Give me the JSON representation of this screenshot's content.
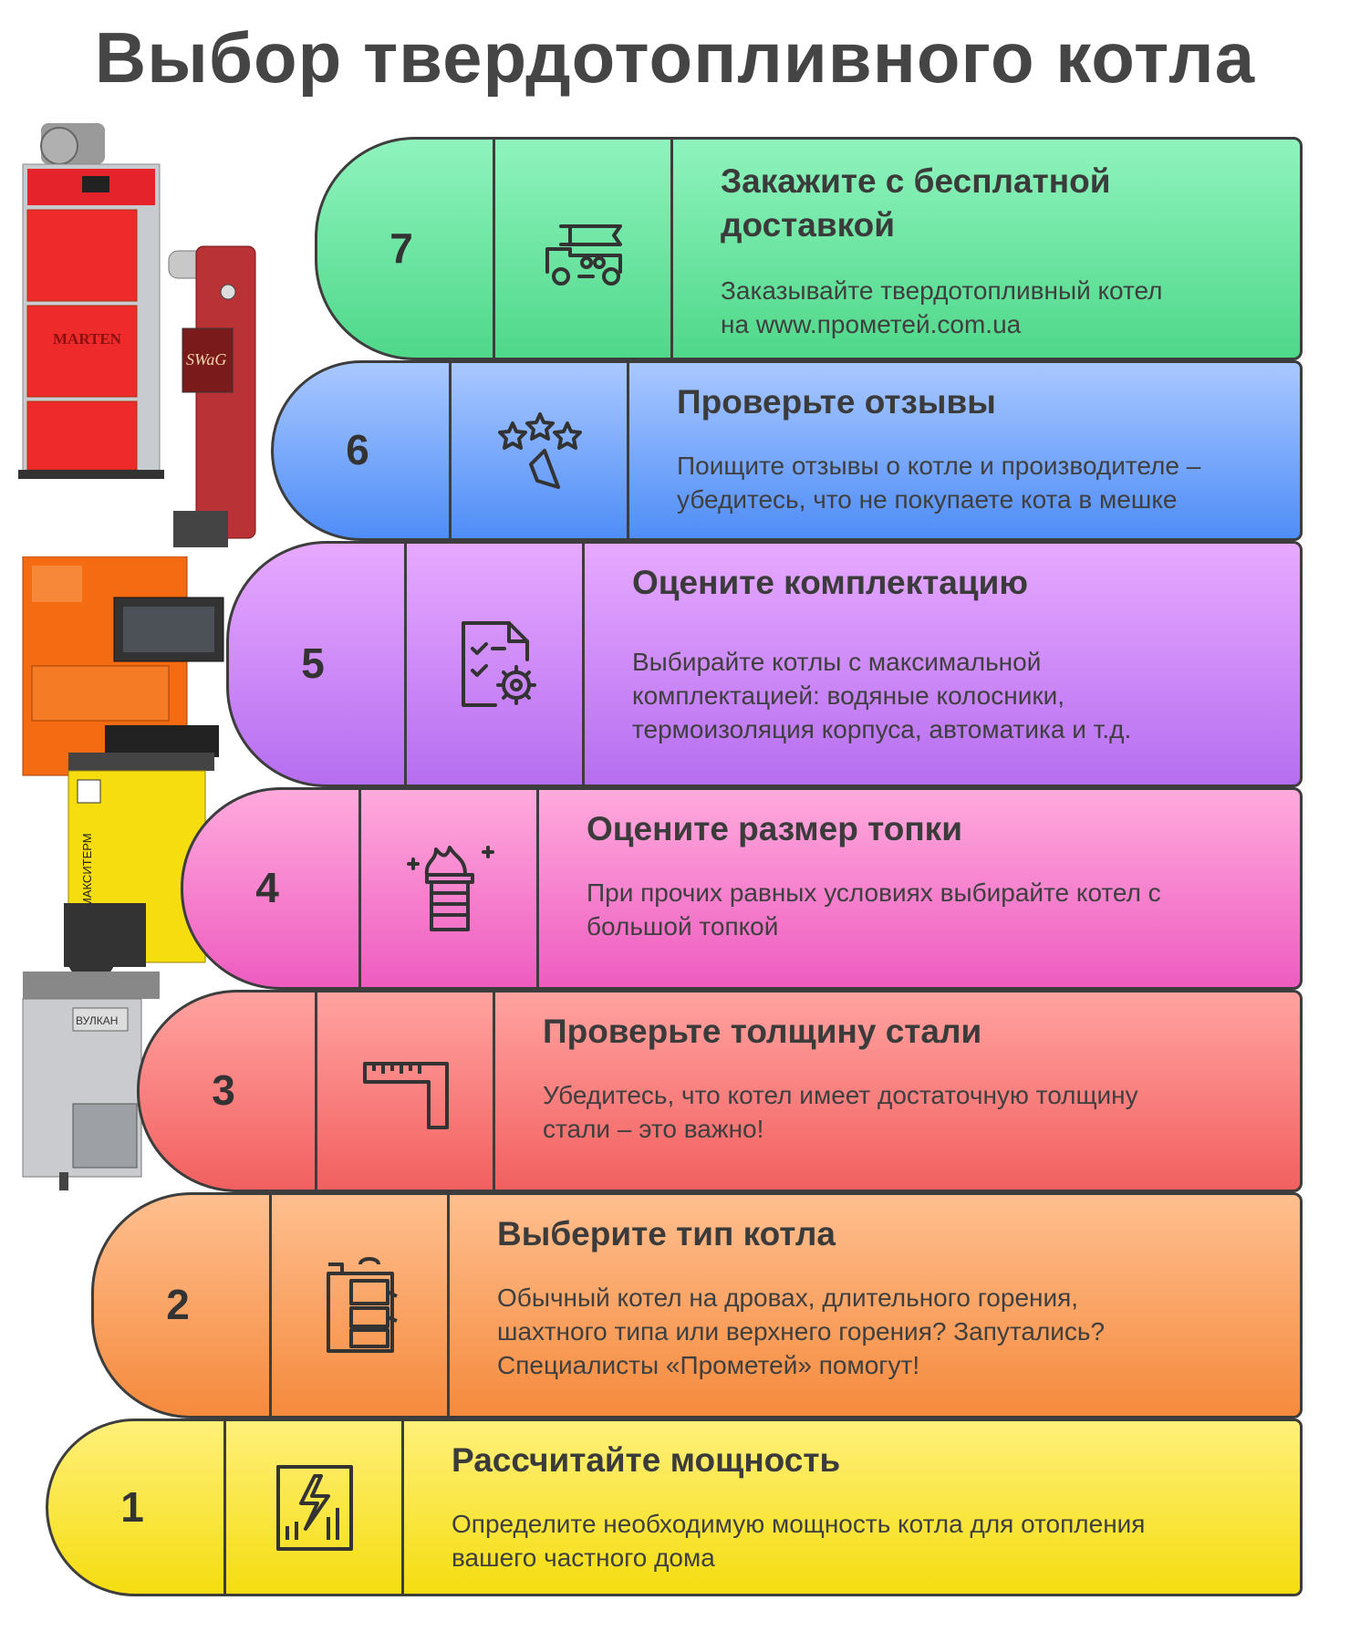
{
  "page": {
    "title": "Выбор твердотопливного котла"
  },
  "boilers": {
    "marten_label": "MARTEN",
    "swag_label": "SWaG",
    "maxiterm_label": "МАКСИТЕРМ",
    "vulkan_label": "ВУЛКАН"
  },
  "steps": [
    {
      "number": "7",
      "title": "Закажите с бесплатной доставкой",
      "title_line1": "Закажите с бесплатной",
      "title_line2": "доставкой",
      "description_line1": "Заказывайте твердотопливный котел",
      "description_line2": "на www.прометей.com.ua",
      "description_line3": "",
      "icon": "delivery-truck-icon",
      "gradient_top": "#8ff3bd",
      "gradient_bottom": "#4fd88a"
    },
    {
      "number": "6",
      "title": "Проверьте отзывы",
      "title_line1": "Проверьте отзывы",
      "title_line2": "",
      "description_line1": "Поищите отзывы о котле и производителе –",
      "description_line2": "убедитесь, что не покупаете кота в мешке",
      "description_line3": "",
      "icon": "review-stars-icon",
      "gradient_top": "#a9c8ff",
      "gradient_bottom": "#4f8df7"
    },
    {
      "number": "5",
      "title": "Оцените комплектацию",
      "title_line1": "Оцените комплектацию",
      "title_line2": "",
      "description_line1": "Выбирайте котлы с максимальной",
      "description_line2": "комплектацией: водяные колосники,",
      "description_line3": "термоизоляция корпуса, автоматика и т.д.",
      "icon": "checklist-gear-icon",
      "gradient_top": "#e7a9ff",
      "gradient_bottom": "#b66ef0"
    },
    {
      "number": "4",
      "title": "Оцените размер топки",
      "title_line1": "Оцените размер топки",
      "title_line2": "",
      "description_line1": "При прочих равных условиях выбирайте котел с",
      "description_line2": "большой топкой",
      "description_line3": "",
      "icon": "firebox-icon",
      "gradient_top": "#ffaadd",
      "gradient_bottom": "#ee5cc0"
    },
    {
      "number": "3",
      "title": "Проверьте толщину стали",
      "title_line1": "Проверьте толщину стали",
      "title_line2": "",
      "description_line1": "Убедитесь, что котел имеет достаточную толщину",
      "description_line2": "стали – это важно!",
      "description_line3": "",
      "icon": "ruler-icon",
      "gradient_top": "#ffa3a0",
      "gradient_bottom": "#f26060"
    },
    {
      "number": "2",
      "title": "Выберите тип котла",
      "title_line1": "Выберите тип котла",
      "title_line2": "",
      "description_line1": "Обычный котел на дровах, длительного горения,",
      "description_line2": "шахтного типа или верхнего горения? Запутались?",
      "description_line3": "Специалисты «Прометей» помогут!",
      "icon": "boiler-icon",
      "gradient_top": "#ffbf8f",
      "gradient_bottom": "#f58a3d"
    },
    {
      "number": "1",
      "title": "Рассчитайте мощность",
      "title_line1": "Рассчитайте мощность",
      "title_line2": "",
      "description_line1": "Определите необходимую мощность котла для отопления",
      "description_line2": "вашего частного дома",
      "description_line3": "",
      "icon": "power-chart-icon",
      "gradient_top": "#fff07a",
      "gradient_bottom": "#f5dd10"
    }
  ]
}
